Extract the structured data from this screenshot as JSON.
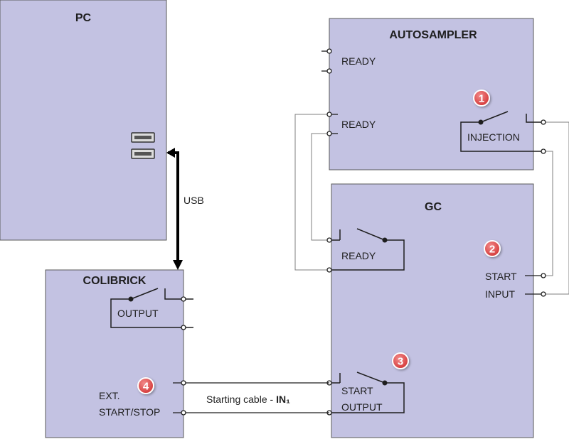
{
  "colors": {
    "box_fill": "#c3c2e2",
    "box_stroke": "#595959",
    "wire": "#7f7f7f",
    "marker": "#e04545"
  },
  "pc": {
    "title": "PC"
  },
  "usb": {
    "label": "USB"
  },
  "autosampler": {
    "title": "AUTOSAMPLER",
    "ready_top": "READY",
    "ready_bottom": "READY",
    "injection": "INJECTION"
  },
  "gc": {
    "title": "GC",
    "ready": "READY",
    "start_input_line1": "START",
    "start_input_line2": "INPUT",
    "start_output_line1": "START",
    "start_output_line2": "OUTPUT"
  },
  "colibrick": {
    "title": "COLIBRICK",
    "output": "OUTPUT",
    "ext_line1": "EXT.",
    "ext_line2": "START/STOP"
  },
  "cable": {
    "label_prefix": "Starting cable - ",
    "label_bold": "IN₁"
  },
  "markers": {
    "m1": "1",
    "m2": "2",
    "m3": "3",
    "m4": "4"
  }
}
